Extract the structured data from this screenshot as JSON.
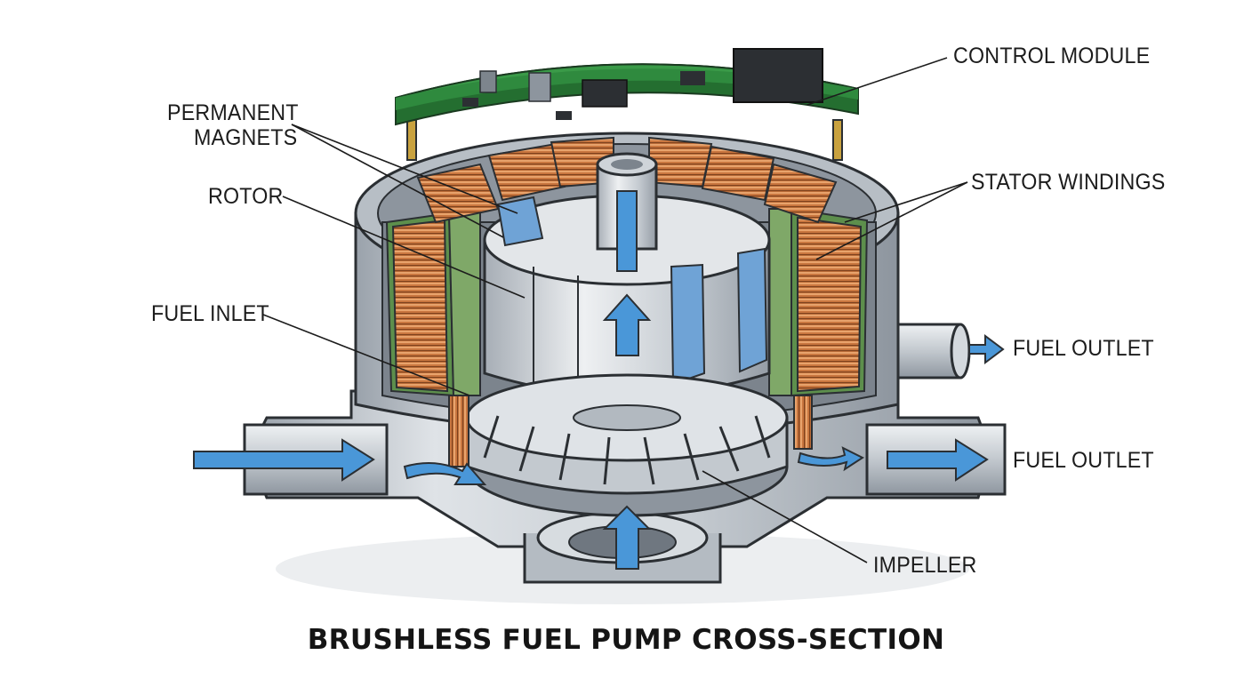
{
  "title": "BRUSHLESS FUEL PUMP CROSS-SECTION",
  "labels": {
    "control_module": "CONTROL MODULE",
    "permanent_magnets_1": "PERMANENT",
    "permanent_magnets_2": "MAGNETS",
    "rotor": "ROTOR",
    "stator_windings": "STATOR WINDINGS",
    "fuel_inlet": "FUEL INLET",
    "fuel_outlet_upper": "FUEL OUTLET",
    "fuel_outlet_lower": "FUEL OUTLET",
    "impeller": "IMPELLER"
  },
  "colors": {
    "housing": "#c9ced4",
    "housing_dark": "#8e969f",
    "copper": "#c8733f",
    "copper_dark": "#8a4a22",
    "pcb_green": "#2f8a3e",
    "flow_arrow": "#4a97d8",
    "magnet_blue": "#6fa3d6"
  }
}
